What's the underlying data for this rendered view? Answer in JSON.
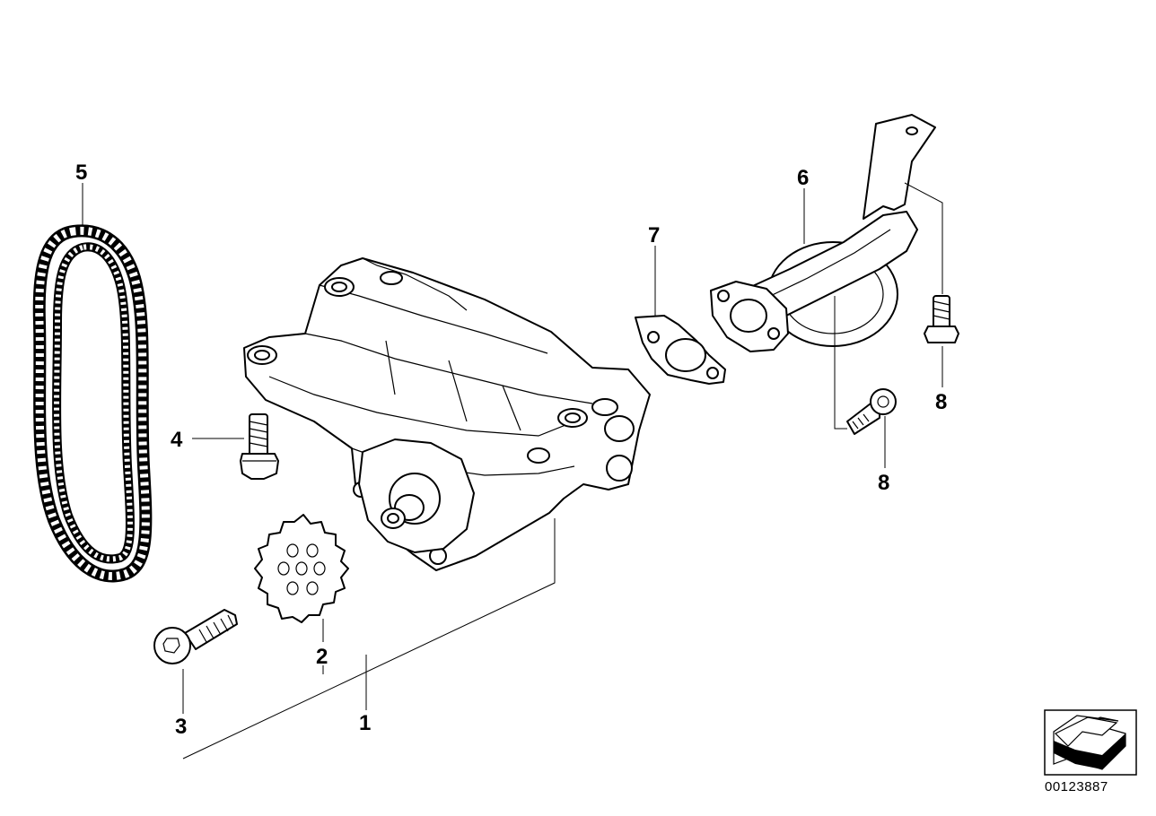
{
  "diagram": {
    "callouts": {
      "c1": "1",
      "c2": "2",
      "c3": "3",
      "c4": "4",
      "c5": "5",
      "c6": "6",
      "c7": "7",
      "c8a": "8",
      "c8b": "8"
    },
    "part_number": "00123887",
    "icons": [
      "direction-arrow-icon"
    ]
  }
}
